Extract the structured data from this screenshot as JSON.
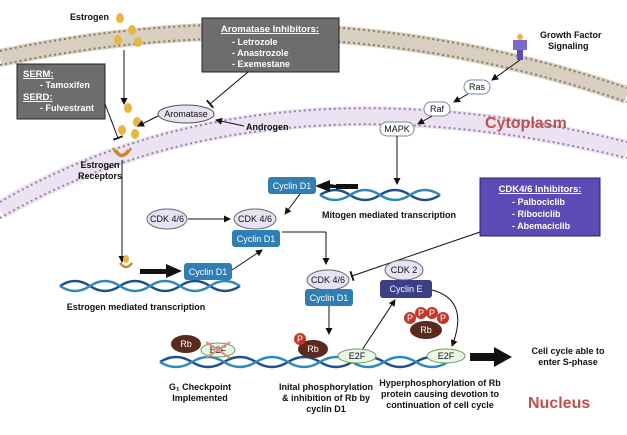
{
  "regions": {
    "cytoplasm": "Cytoplasm",
    "nucleus": "Nucleus"
  },
  "ligands": {
    "estrogen": "Estrogen",
    "androgen": "Androgen",
    "aromatase": "Aromatase",
    "estrogen_receptors": [
      "Estrogen",
      "Receptors"
    ]
  },
  "aromatase_box": {
    "title": "Aromatase Inhibitors:",
    "items": [
      "- Letrozole",
      "- Anastrozole",
      "- Exemestane"
    ]
  },
  "serm_box": {
    "serm_title": "SERM:",
    "serm_items": [
      "- Tamoxifen"
    ],
    "serd_title": "SERD:",
    "serd_items": [
      "- Fulvestrant"
    ]
  },
  "growth_factor": [
    "Growth Factor",
    "Signaling"
  ],
  "mapk_cascade": [
    "Ras",
    "Raf",
    "MAPK"
  ],
  "cdk_box": {
    "title": "CDK4/6 Inhibitors:",
    "items": [
      "- Palbociclib",
      "- Ribociclib",
      "- Abemaciclib"
    ]
  },
  "nodes": {
    "cyclin_d1": "Cyclin D1",
    "cdk46": "CDK 4/6",
    "cdk2": "CDK 2",
    "cyclin_e": "Cyclin E",
    "rb": "Rb",
    "e2f": "E2F",
    "p": "P"
  },
  "labels": {
    "mitogen": "Mitogen mediated transcription",
    "estrogen_tx": "Estrogen mediated transcription",
    "g1": [
      "G₁ Checkpoint",
      "Implemented"
    ],
    "initial": [
      "Inital phosphorylation",
      "& inhibition of Rb by",
      "cyclin D1"
    ],
    "hyper": [
      "Hyperphosphorylation of Rb",
      "protein causing devotion to",
      "continuation of cell cycle"
    ],
    "cell_cycle": [
      "Cell cycle able to",
      "enter S-phase"
    ]
  },
  "colors": {
    "gray_box": "#6d6d6d",
    "cdk_box": "#5b4bb7",
    "cyclin_d1": "#2f7fb5",
    "cyclin_e": "#3b3f86",
    "pill_lilac": "#e7e2f5",
    "rb_brown": "#5a2a1e",
    "p_red": "#c0392b",
    "e2f_green": "#e9f7e4",
    "region_red": "#c0504d"
  }
}
